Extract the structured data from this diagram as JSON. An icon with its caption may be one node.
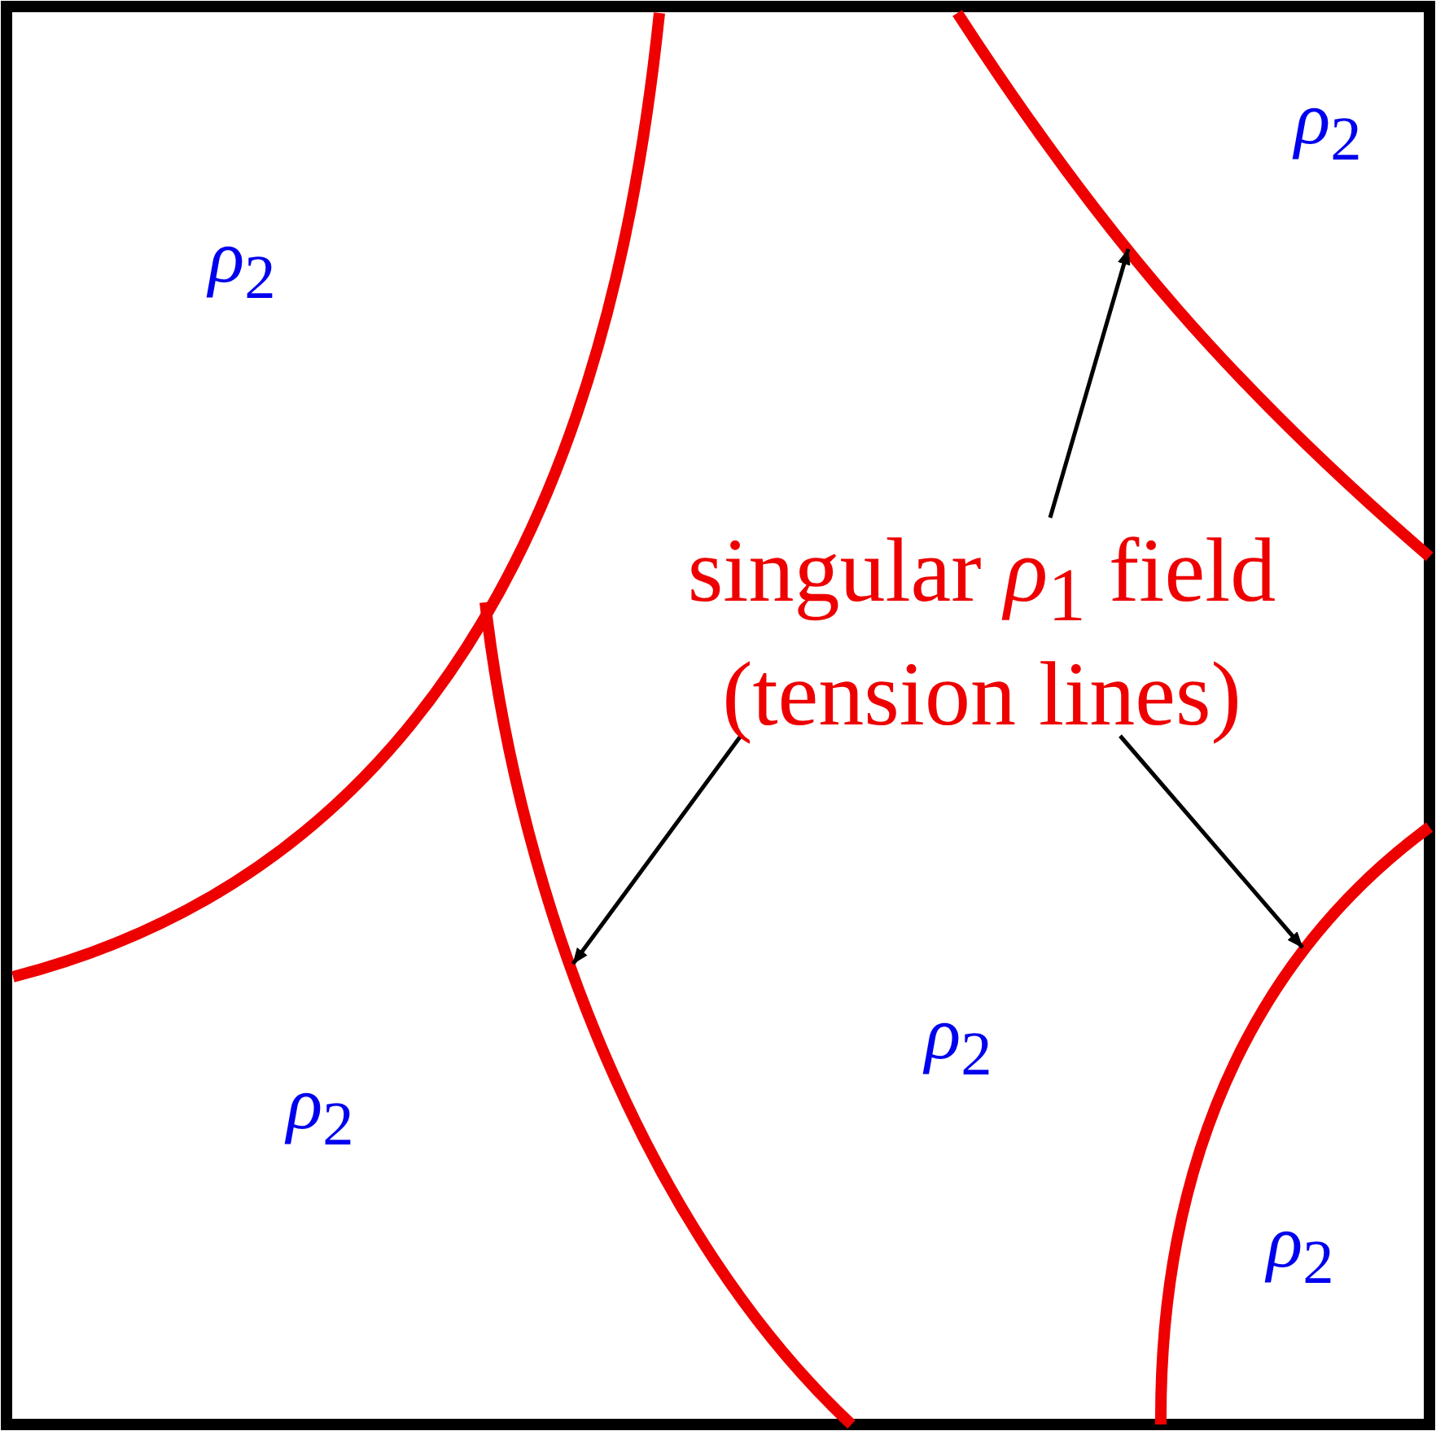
{
  "diagram": {
    "nodes": [
      {
        "text": [
          "singular *ρ*$_{1}$ field (tension lines)"
        ]
      },
      {
        "text": [],
        "shape": "curve"
      },
      {
        "text": [],
        "shape": "curve"
      },
      {
        "text": [],
        "shape": "curve"
      }
    ],
    "edges": [
      {
        "from": 0,
        "to": 1,
        "arrow": "to"
      },
      {
        "from": 0,
        "to": 2,
        "arrow": "to"
      },
      {
        "from": 0,
        "to": 3,
        "arrow": "to"
      }
    ],
    "labels": [
      "*ρ*$_{2}$",
      "*ρ*$_{2}$",
      "*ρ*$_{2}$",
      "*ρ*$_{2}$",
      "*ρ*$_{2}$"
    ]
  }
}
